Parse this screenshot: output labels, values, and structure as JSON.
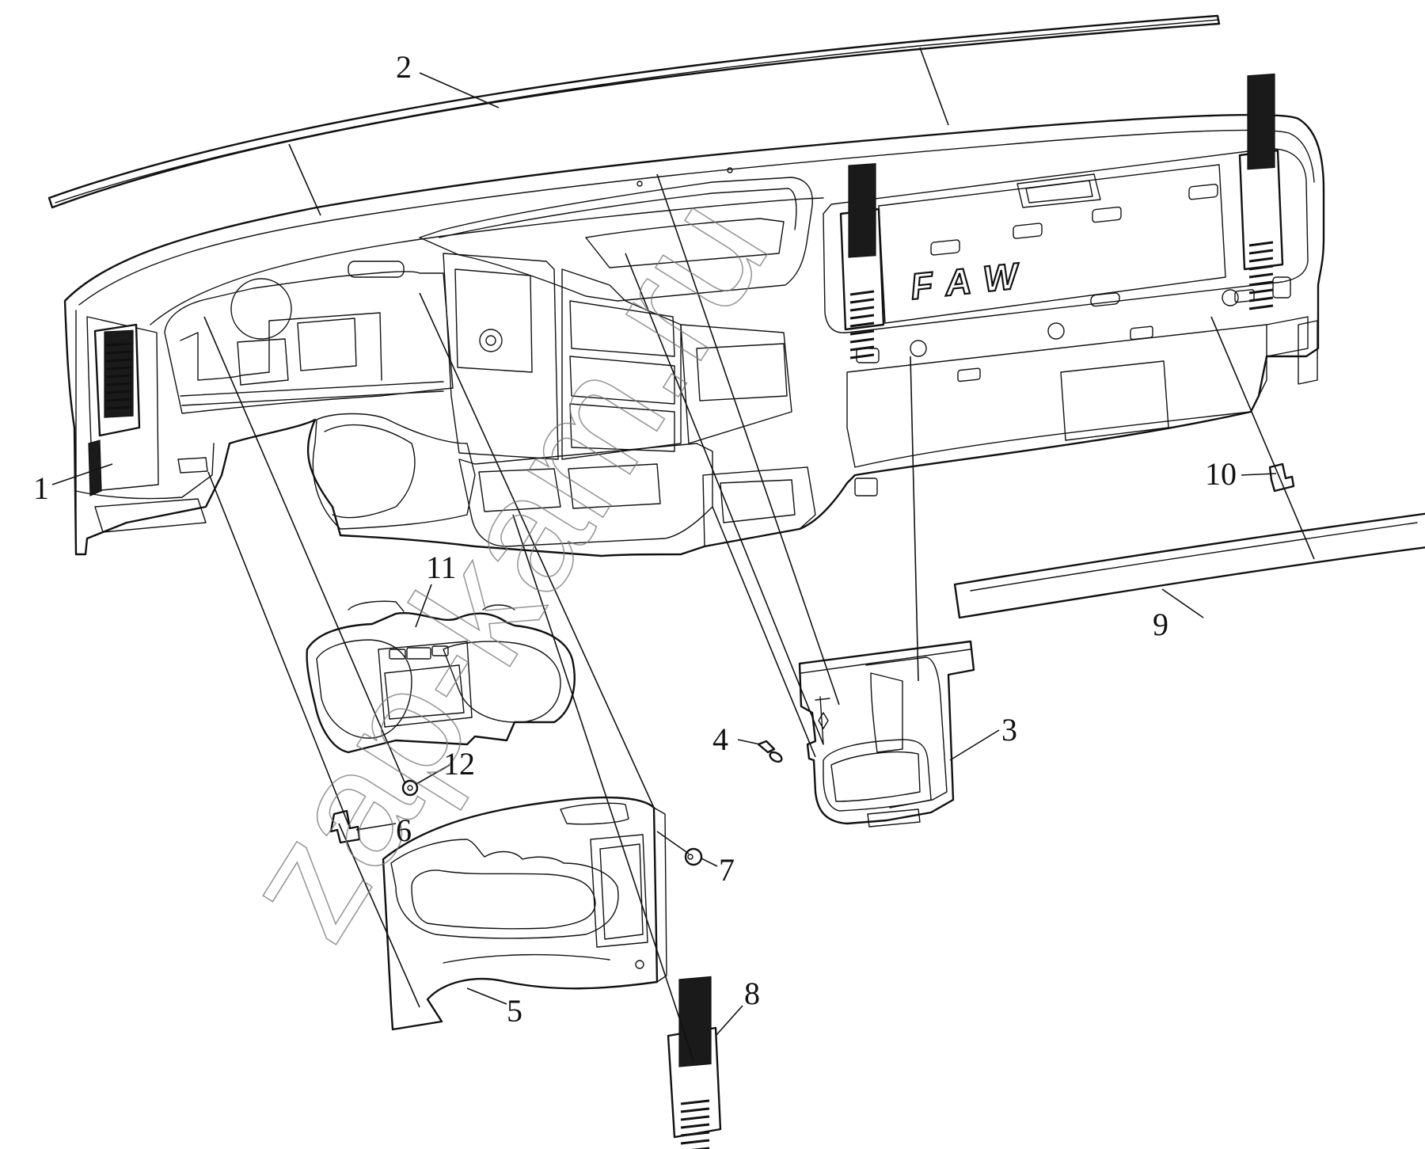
{
  "diagram": {
    "brand_logo_text": "FAW",
    "watermark_text": "zap-kam.ru",
    "callouts": [
      {
        "id": "1",
        "label": "1"
      },
      {
        "id": "2",
        "label": "2"
      },
      {
        "id": "3",
        "label": "3"
      },
      {
        "id": "4",
        "label": "4"
      },
      {
        "id": "5",
        "label": "5"
      },
      {
        "id": "6",
        "label": "6"
      },
      {
        "id": "7",
        "label": "7"
      },
      {
        "id": "8",
        "label": "8"
      },
      {
        "id": "9",
        "label": "9"
      },
      {
        "id": "10",
        "label": "10"
      },
      {
        "id": "11",
        "label": "11"
      },
      {
        "id": "12",
        "label": "12"
      }
    ]
  }
}
